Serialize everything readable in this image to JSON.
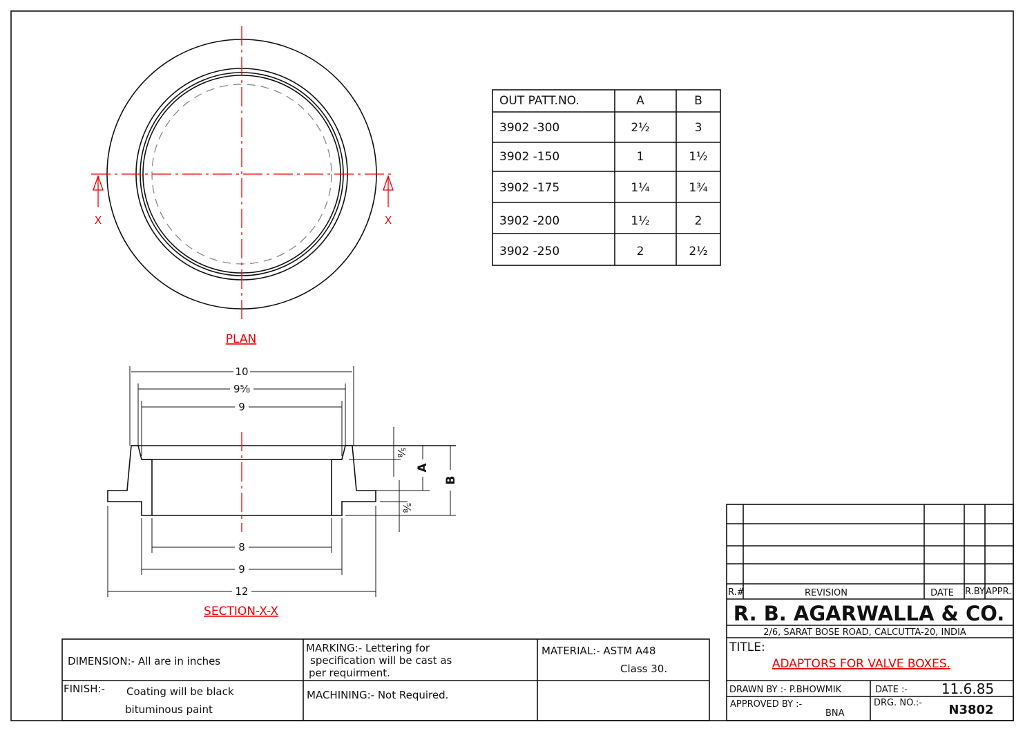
{
  "views": {
    "plan_label": "PLAN",
    "section_label": "SECTION-X-X",
    "section_mark": "X"
  },
  "dimensions": {
    "d10": "10",
    "d9_5_8": "9⅝",
    "d9_top": "9",
    "d8": "8",
    "d9_bottom": "9",
    "d12": "12",
    "t_top": "⅝",
    "t_flange": "⅝",
    "A": "A",
    "B": "B"
  },
  "pattern_table": {
    "headers": [
      "OUT PATT.NO.",
      "A",
      "B"
    ],
    "rows": [
      [
        "3902 -300",
        "2½",
        "3"
      ],
      [
        "3902 -150",
        "1",
        "1½"
      ],
      [
        "3902 -175",
        "1¼",
        "1¾"
      ],
      [
        "3902 -200",
        "1½",
        "2"
      ],
      [
        "3902 -250",
        "2",
        "2½"
      ]
    ]
  },
  "notes": {
    "dimension": "DIMENSION:-   All are in inches",
    "marking_1": "MARKING:-     Lettering for",
    "marking_2": "specification will be cast as",
    "marking_3": "per requirment.",
    "material_1": "MATERIAL:- ASTM A48",
    "material_2": "Class 30.",
    "finish_1": "FINISH:-",
    "finish_2": "Coating will be black",
    "finish_3": "bituminous paint",
    "machining": "MACHINING:-  Not Required."
  },
  "title_block": {
    "rev_headers": {
      "num": "R.#",
      "revision": "REVISION",
      "date": "DATE",
      "rby": "R.BY",
      "appr": "APPR."
    },
    "company": "R. B. AGARWALLA & CO.",
    "address": "2/6, SARAT BOSE ROAD, CALCUTTA-20, INDIA",
    "title_label": "TITLE:",
    "title": "ADAPTORS FOR VALVE BOXES.",
    "drawn_by": "DRAWN BY :- P.BHOWMIK",
    "date_label": "DATE :-",
    "date": "11.6.85",
    "approved_label": "APPROVED BY :-",
    "approved_by": "BNA",
    "drg_label": "DRG. NO.:-",
    "drg_no": "N3802"
  },
  "colors": {
    "accent": "#e00000",
    "line": "#111111"
  }
}
